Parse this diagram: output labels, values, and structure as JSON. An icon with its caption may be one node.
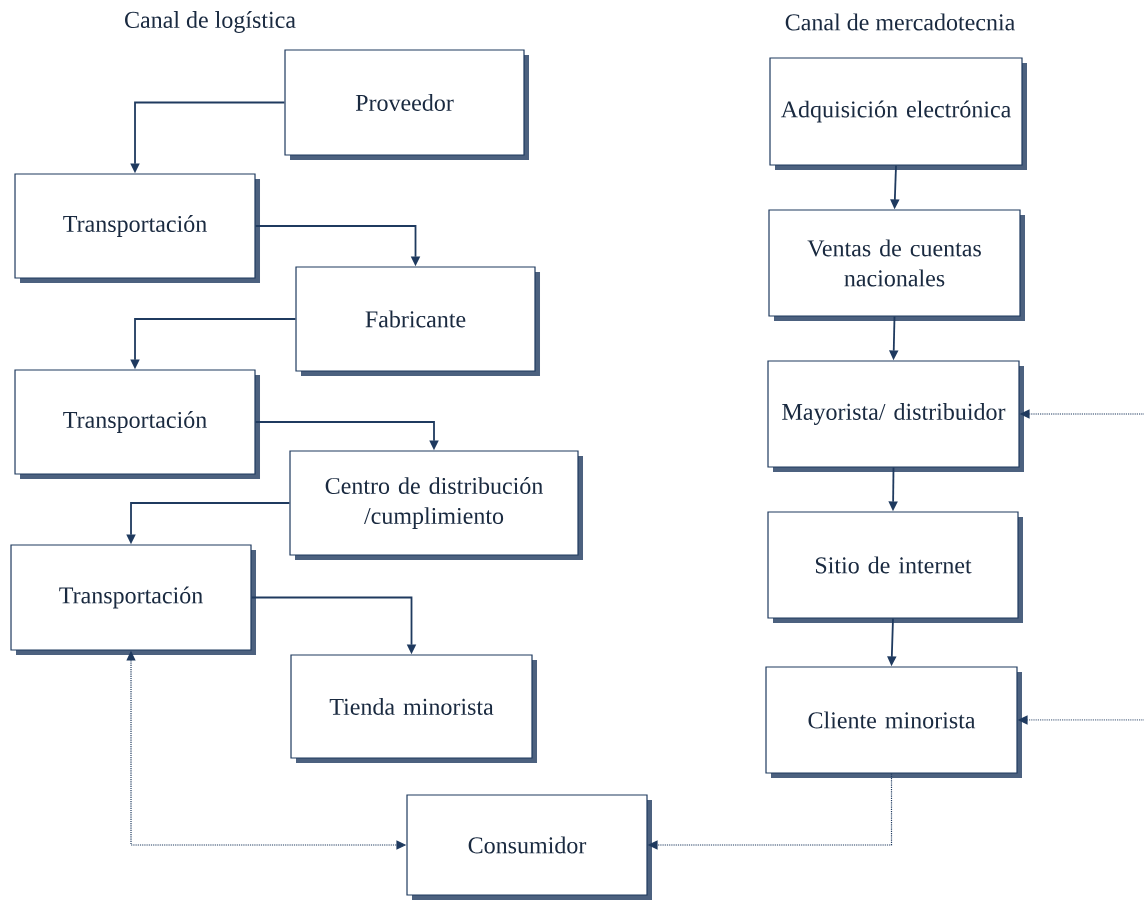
{
  "diagram": {
    "nodes": [
      {
        "text": [
          "Proveedor"
        ]
      },
      {
        "text": [
          "Transportación"
        ]
      },
      {
        "text": [
          "Fabricante"
        ]
      },
      {
        "text": [
          "Transportación"
        ]
      },
      {
        "text": [
          "Centro de distribución /cumplimiento"
        ]
      },
      {
        "text": [
          "Transportación"
        ]
      },
      {
        "text": [
          "Tienda minorista"
        ]
      },
      {
        "text": [
          "Adquisición electrónica"
        ]
      },
      {
        "text": [
          "Ventas de cuentas nacionales"
        ]
      },
      {
        "text": [
          "Mayorista/ distribuidor"
        ]
      },
      {
        "text": [
          "Sitio de internet"
        ]
      },
      {
        "text": [
          "Cliente minorista"
        ]
      },
      {
        "text": [
          "Consumidor"
        ]
      }
    ],
    "edges": [
      {
        "from": 0,
        "to": 1,
        "arrow": "to"
      },
      {
        "from": 1,
        "to": 2,
        "arrow": "to"
      },
      {
        "from": 2,
        "to": 3,
        "arrow": "to"
      },
      {
        "from": 3,
        "to": 4,
        "arrow": "to"
      },
      {
        "from": 4,
        "to": 5,
        "arrow": "to"
      },
      {
        "from": 5,
        "to": 6,
        "arrow": "to"
      },
      {
        "from": 7,
        "to": 8,
        "arrow": "to"
      },
      {
        "from": 8,
        "to": 9,
        "arrow": "to"
      },
      {
        "from": 9,
        "to": 10,
        "arrow": "to"
      },
      {
        "from": 10,
        "to": 11,
        "arrow": "to"
      },
      {
        "from": null,
        "to": 9,
        "arrow": "to",
        "style": "dashed"
      },
      {
        "from": null,
        "to": 11,
        "arrow": "to",
        "style": "dashed"
      },
      {
        "from": 11,
        "to": 12,
        "arrow": "to",
        "style": "dashed"
      },
      {
        "from": 5,
        "to": 12,
        "arrow": "both",
        "style": "dashed"
      }
    ],
    "labels": [
      "Canal de logística",
      "Canal de mercadotecnia"
    ]
  }
}
